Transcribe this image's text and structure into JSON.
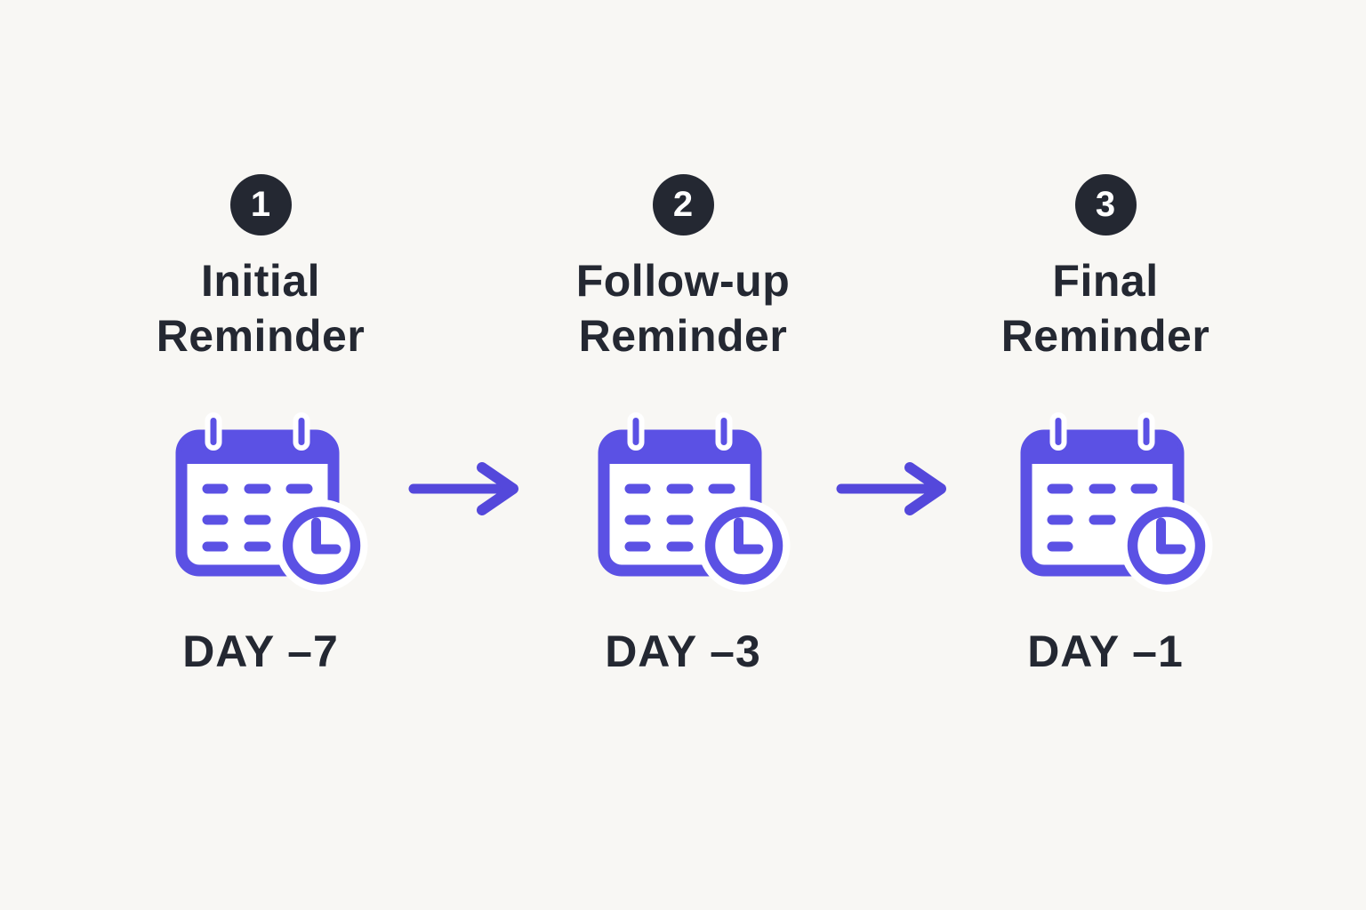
{
  "steps": [
    {
      "number": "1",
      "title_line1": "Initial",
      "title_line2": "Reminder",
      "day_label": "DAY –7",
      "icon": "calendar-clock"
    },
    {
      "number": "2",
      "title_line1": "Follow-up",
      "title_line2": "Reminder",
      "day_label": "DAY –3",
      "icon": "calendar-clock"
    },
    {
      "number": "3",
      "title_line1": "Final",
      "title_line2": "Reminder",
      "day_label": "DAY –1",
      "icon": "calendar-clock"
    }
  ],
  "connectors": [
    {
      "type": "arrow-right"
    },
    {
      "type": "arrow-right"
    }
  ],
  "colors": {
    "background": "#F8F7F4",
    "accent_purple": "#5B51E4",
    "arrow_purple": "#5448DB",
    "badge_dark": "#242832",
    "text_dark": "#242832",
    "badge_number": "#FFFFFF",
    "icon_fill": "#FFFFFF"
  }
}
